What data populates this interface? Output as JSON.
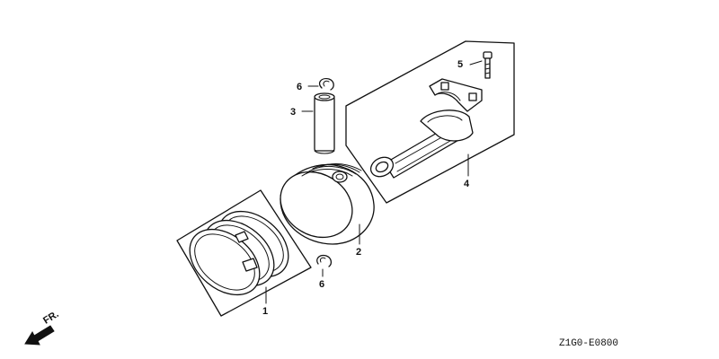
{
  "callouts": {
    "piston_rings": "1",
    "piston": "2",
    "piston_pin": "3",
    "connecting_rod": "4",
    "rod_bolt": "5",
    "pin_clip_top": "6",
    "pin_clip_bottom": "6"
  },
  "front_indicator": "FR.",
  "diagram_code": "Z1G0-E0800"
}
